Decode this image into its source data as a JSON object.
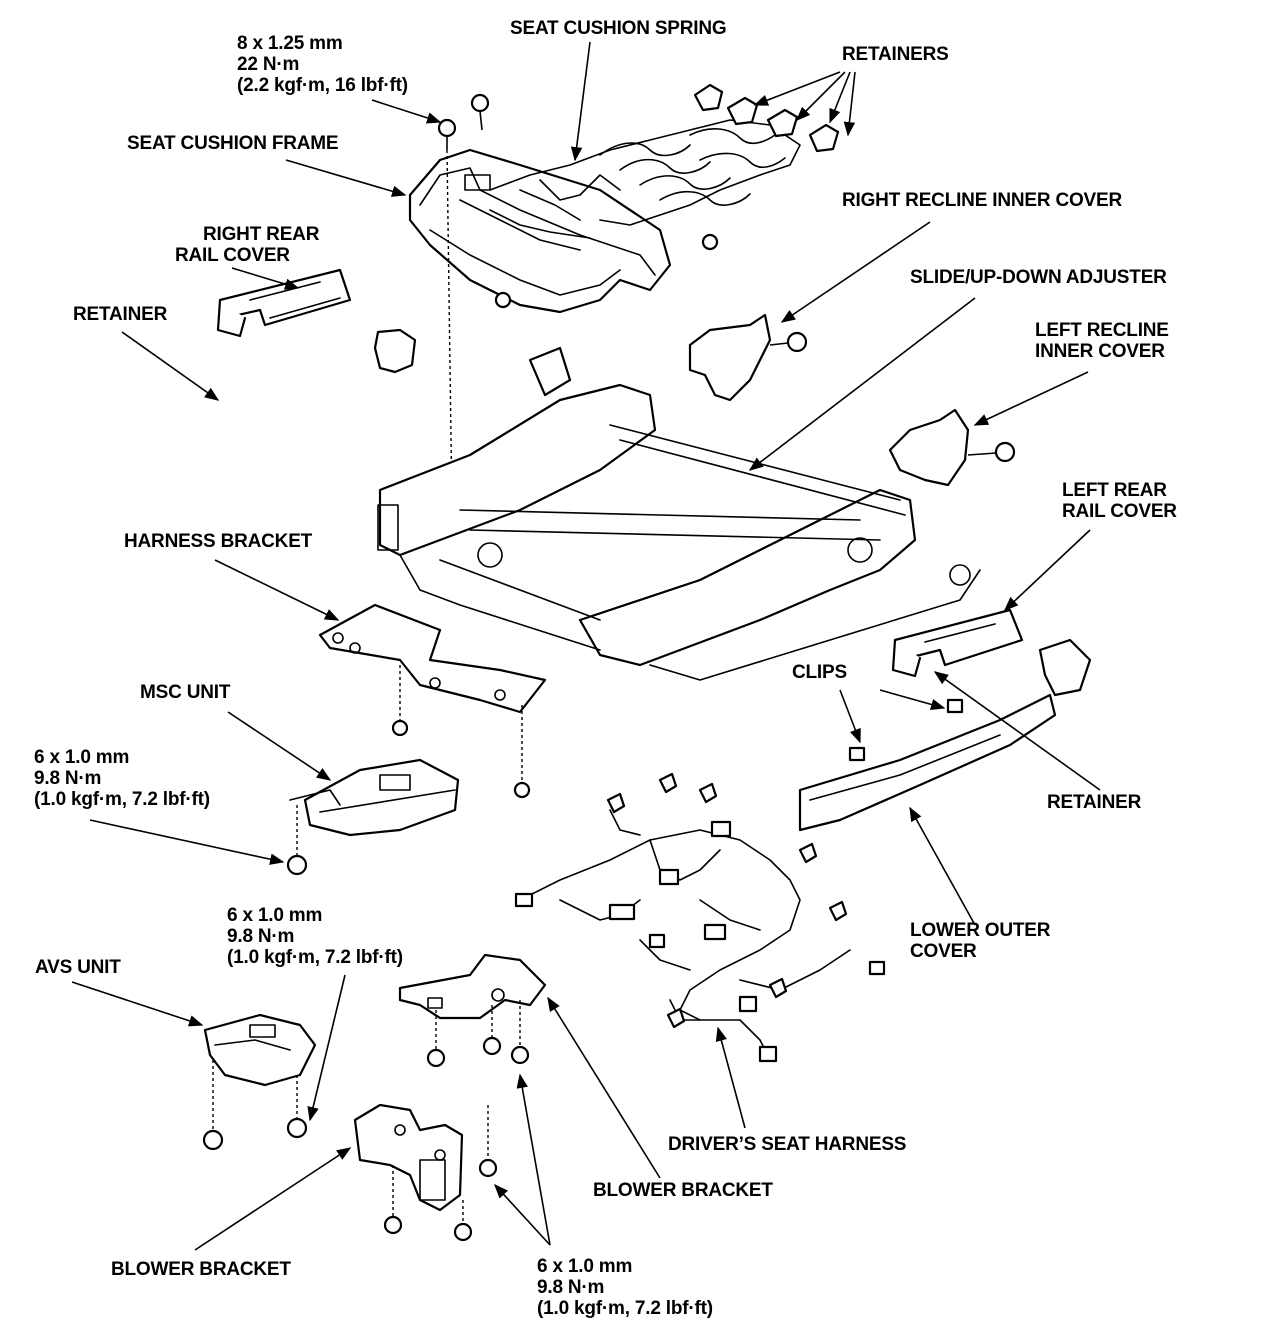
{
  "labels": {
    "bolt_cushion": [
      "8 x 1.25 mm",
      "22 N·m",
      "(2.2 kgf·m, 16 lbf·ft)"
    ],
    "seat_cushion_spring": "SEAT CUSHION SPRING",
    "retainers": "RETAINERS",
    "seat_cushion_frame": "SEAT CUSHION FRAME",
    "right_recline_inner_cover": "RIGHT RECLINE INNER COVER",
    "right_rear_rail_cover": [
      "RIGHT REAR",
      "RAIL COVER"
    ],
    "slide_up_down_adjuster": "SLIDE/UP-DOWN ADJUSTER",
    "retainer_left": "RETAINER",
    "left_recline_inner_cover": [
      "LEFT RECLINE",
      "INNER COVER"
    ],
    "left_rear_rail_cover": [
      "LEFT REAR",
      "RAIL COVER"
    ],
    "harness_bracket": "HARNESS BRACKET",
    "msc_unit": "MSC UNIT",
    "clips": "CLIPS",
    "bolt_msc": [
      "6 x 1.0 mm",
      "9.8 N·m",
      "(1.0 kgf·m, 7.2 lbf·ft)"
    ],
    "retainer_right": "RETAINER",
    "bolt_avs": [
      "6 x 1.0 mm",
      "9.8 N·m",
      "(1.0 kgf·m, 7.2 lbf·ft)"
    ],
    "lower_outer_cover": [
      "LOWER OUTER",
      "COVER"
    ],
    "avs_unit": "AVS UNIT",
    "drivers_seat_harness": "DRIVER’S SEAT HARNESS",
    "blower_bracket_upper": "BLOWER BRACKET",
    "blower_bracket_lower": "BLOWER BRACKET",
    "bolt_blower": [
      "6 x 1.0 mm",
      "9.8 N·m",
      "(1.0 kgf·m, 7.2 lbf·ft)"
    ]
  }
}
